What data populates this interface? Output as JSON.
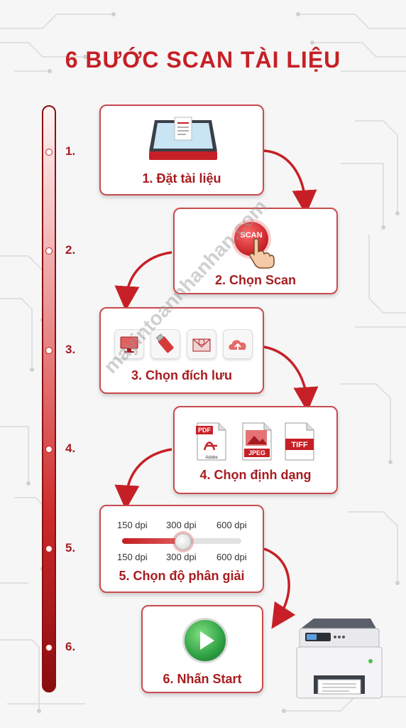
{
  "title": "6 BƯỚC SCAN TÀI LIỆU",
  "timeline": [
    "1.",
    "2.",
    "3.",
    "4.",
    "5.",
    "6."
  ],
  "steps": [
    {
      "label": "1. Đặt tài liệu",
      "icon": "flatbed-scanner-icon"
    },
    {
      "label": "2. Chọn Scan",
      "button_text": "SCAN",
      "icon": "scan-button-icon"
    },
    {
      "label": "3. Chọn đích lưu",
      "icons": [
        "computer-icon",
        "usb-icon",
        "email-icon",
        "cloud-upload-icon"
      ]
    },
    {
      "label": "4. Chọn định dạng",
      "formats": [
        "PDF",
        "JPEG",
        "TIFF"
      ],
      "pdf_sub": "Adobe"
    },
    {
      "label": "5. Chọn độ phân giải",
      "dpi_top": [
        "150 dpi",
        "300 dpi",
        "600 dpi"
      ],
      "dpi_bottom": [
        "150 dpi",
        "300 dpi",
        "600 dpi"
      ],
      "selected_dpi": "300 dpi"
    },
    {
      "label": "6. Nhấn Start",
      "icon": "play-icon"
    }
  ],
  "watermark": "mayintoannhanhan.com",
  "colors": {
    "accent": "#c62026",
    "dark_red": "#8a0c10",
    "play_green": "#2ea043"
  }
}
